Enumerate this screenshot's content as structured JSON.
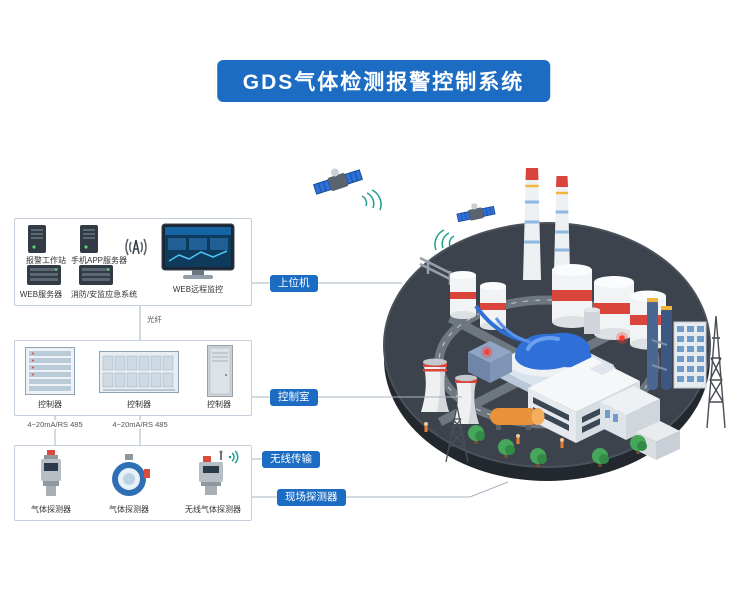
{
  "title": "GDS气体检测报警控制系统",
  "monitoring": {
    "workstation": "报警工作站",
    "app_server": "手机APP服务器",
    "web_server": "WEB服务器",
    "fire_system": "消防/安监应急系统",
    "web_monitor": "WEB远程监控"
  },
  "controllers": {
    "c1": "控制器",
    "c2": "控制器",
    "c3": "控制器"
  },
  "detectors": {
    "d1": "气体探测器",
    "d2": "气体探测器",
    "d3": "无线气体探测器"
  },
  "links": {
    "fiber": "光纤",
    "bus1": "4~20mA/RS 485",
    "bus2": "4~20mA/RS 485"
  },
  "tags": {
    "host": "上位机",
    "control_room": "控制室",
    "wireless": "无线传输",
    "field": "现场探测器"
  },
  "icons": {
    "server_tower": "dark-server-tower",
    "server_rack": "dark-rack-unit",
    "antenna": "radio-mast-with-waves",
    "monitor": "desktop-dashboard-screen",
    "controller_cabinet": "module-cabinet",
    "gas_detector": "fixed-gas-detector",
    "wireless_signal": "teal-signal-arcs",
    "satellite": "satellite-with-solar-panels"
  },
  "colors": {
    "accent_blue": "#1b6cc2",
    "alarm_red": "#d9453a",
    "platform_dark": "#3d434c",
    "signal_teal": "#1f9e8e"
  }
}
